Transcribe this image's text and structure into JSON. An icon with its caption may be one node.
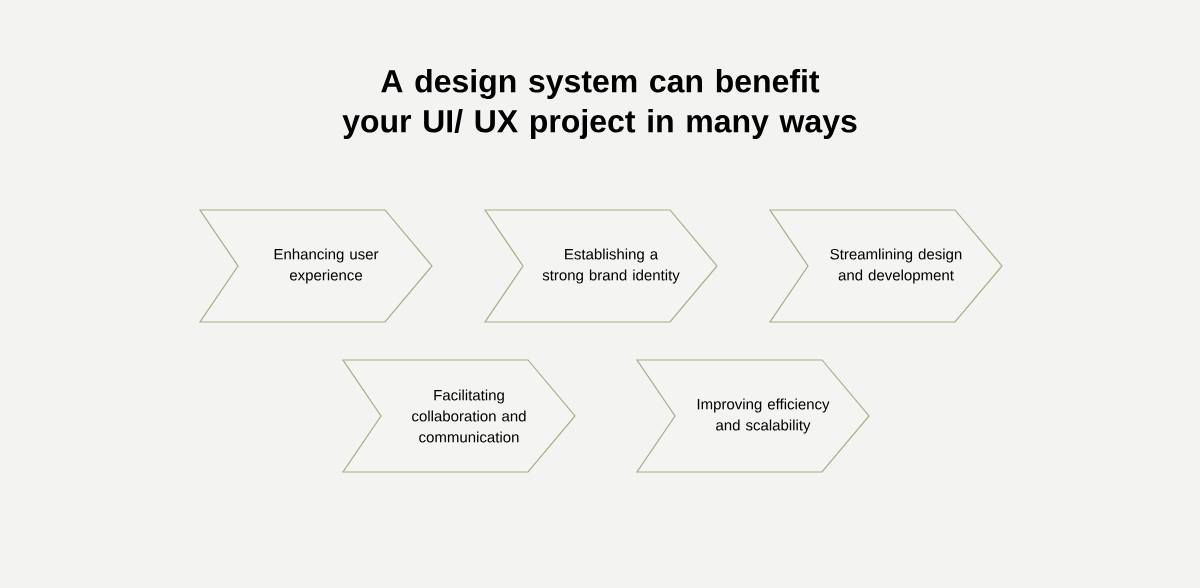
{
  "diagram": {
    "title": "A design system can benefit your UI/ UX project in many ways",
    "nodes": [
      {
        "text": [
          "Enhancing user experience"
        ]
      },
      {
        "text": [
          "Establishing a strong brand identity"
        ]
      },
      {
        "text": [
          "Streamlining design and development"
        ]
      },
      {
        "text": [
          "Facilitating collaboration and communication"
        ]
      },
      {
        "text": [
          "Improving efficiency and scalability"
        ]
      }
    ]
  }
}
